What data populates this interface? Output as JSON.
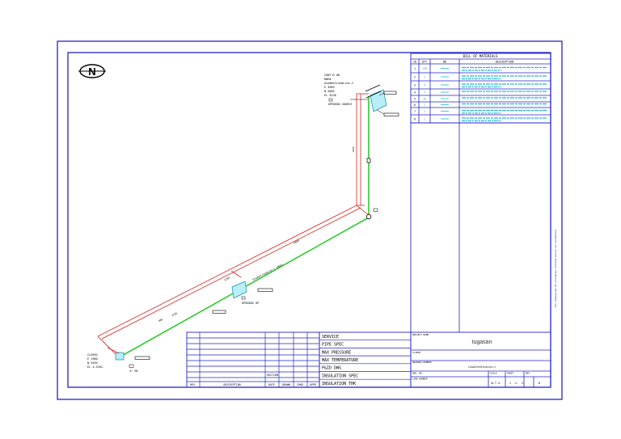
{
  "colors": {
    "border": "#2323c8",
    "pipe": "#2ecc2e",
    "dimension": "#e02020",
    "annotation": "#000000",
    "bom_text": "#19b7d6"
  },
  "north_symbol": {
    "letter": "N",
    "icon": "north-arrow-icon"
  },
  "bom": {
    "title": "BILL OF MATERIALS",
    "columns": [
      "ID",
      "QTY",
      "ND",
      "DESCRIPTION"
    ],
    "rows": [
      {
        "id": "1",
        "qty": "13M"
      },
      {
        "id": "2",
        "qty": "1"
      },
      {
        "id": "3",
        "qty": "4"
      },
      {
        "id": "4",
        "qty": "4"
      },
      {
        "id": "5",
        "qty": "16"
      },
      {
        "id": "6",
        "qty": "1"
      },
      {
        "id": "7",
        "qty": "1"
      },
      {
        "id": "8",
        "qty": "1"
      }
    ]
  },
  "title_block": {
    "fields": [
      "SERVICE",
      "PIPE SPEC",
      "MAX PRESSURE",
      "MAX TEMPERATURE",
      "P&ID DWG",
      "INSULATION SPEC",
      "INSULATION THK"
    ],
    "edition_label": "EDITION",
    "revision_headers": [
      "REV.",
      "DESCRIPTION",
      "DATE",
      "DRAWN",
      "CHKD",
      "APPD"
    ],
    "project_name": "tugasan",
    "drawing_id": "UsaeDefinedLine-1",
    "scale": "N.T.S.",
    "sheet": "1",
    "sheet_of": "1",
    "rev": "0"
  },
  "annotations": {
    "cont_on": [
      "CONT'D ON",
      "DWG#",
      "UsaeDefinedLine-2"
    ],
    "opening_open": "OPENING SOURCE",
    "opening_up": "OPENING UP",
    "elbow_size": "4\" 90"
  }
}
